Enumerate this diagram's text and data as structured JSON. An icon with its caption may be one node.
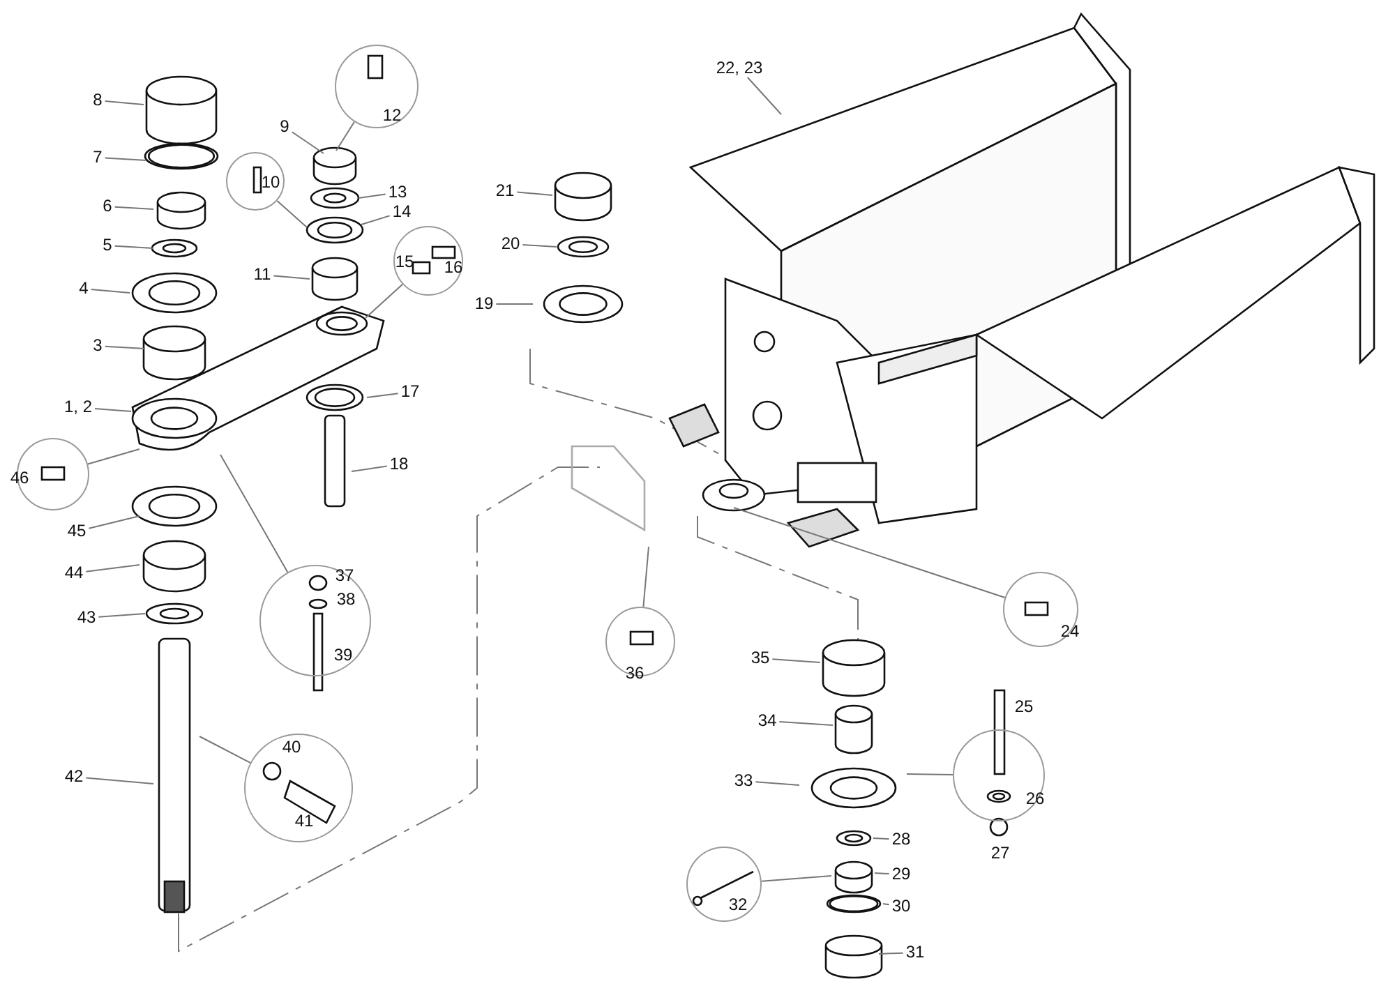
{
  "diagram": {
    "nodes": [
      {
        "text": [
          "8"
        ]
      },
      {
        "text": [
          "7"
        ]
      },
      {
        "text": [
          "6"
        ]
      },
      {
        "text": [
          "5"
        ]
      },
      {
        "text": [
          "4"
        ]
      },
      {
        "text": [
          "3"
        ]
      },
      {
        "text": [
          "12"
        ]
      },
      {
        "text": [
          "9"
        ]
      },
      {
        "text": [
          "10"
        ]
      },
      {
        "text": [
          "13"
        ]
      },
      {
        "text": [
          "14"
        ]
      },
      {
        "text": [
          "11"
        ]
      },
      {
        "text": [
          "15",
          "16"
        ]
      },
      {
        "text": [
          "1, 2"
        ]
      },
      {
        "text": [
          "17"
        ]
      },
      {
        "text": [
          "18"
        ]
      },
      {
        "text": [
          "46"
        ]
      },
      {
        "text": [
          "45"
        ]
      },
      {
        "text": [
          "44"
        ]
      },
      {
        "text": [
          "43"
        ]
      },
      {
        "text": [
          "37",
          "38",
          "39"
        ]
      },
      {
        "text": [
          "42"
        ]
      },
      {
        "text": [
          "40",
          "41"
        ]
      },
      {
        "text": [
          "21"
        ]
      },
      {
        "text": [
          "20"
        ]
      },
      {
        "text": [
          "19"
        ]
      },
      {
        "text": [
          "22, 23"
        ]
      },
      {
        "text": [
          "36"
        ]
      },
      {
        "text": [
          "24"
        ]
      },
      {
        "text": [
          "35"
        ]
      },
      {
        "text": [
          "34"
        ]
      },
      {
        "text": [
          "33"
        ]
      },
      {
        "text": [
          "26"
        ],
        "beside": [
          "25",
          "27"
        ]
      },
      {
        "text": [
          "28"
        ]
      },
      {
        "text": [
          "29"
        ]
      },
      {
        "text": [
          "30"
        ]
      },
      {
        "text": [
          "31"
        ]
      },
      {
        "text": [
          "32"
        ]
      }
    ],
    "edges": [
      {
        "from": 0,
        "to": null,
        "arrow": "none"
      },
      {
        "from": 1,
        "to": null,
        "arrow": "none"
      },
      {
        "from": 2,
        "to": null,
        "arrow": "none"
      },
      {
        "from": 3,
        "to": null,
        "arrow": "none"
      },
      {
        "from": 4,
        "to": null,
        "arrow": "none"
      },
      {
        "from": 5,
        "to": null,
        "arrow": "none"
      },
      {
        "from": 6,
        "to": null,
        "arrow": "none"
      },
      {
        "from": 7,
        "to": null,
        "arrow": "none"
      },
      {
        "from": 8,
        "to": null,
        "arrow": "none"
      },
      {
        "from": 9,
        "to": null,
        "arrow": "none"
      },
      {
        "from": 10,
        "to": null,
        "arrow": "none"
      },
      {
        "from": 11,
        "to": null,
        "arrow": "none"
      },
      {
        "from": 12,
        "to": null,
        "arrow": "none"
      },
      {
        "from": 13,
        "to": null,
        "arrow": "none"
      },
      {
        "from": 14,
        "to": null,
        "arrow": "none"
      },
      {
        "from": 15,
        "to": null,
        "arrow": "none"
      },
      {
        "from": 16,
        "to": null,
        "arrow": "none"
      },
      {
        "from": 17,
        "to": null,
        "arrow": "none"
      },
      {
        "from": 18,
        "to": null,
        "arrow": "none"
      },
      {
        "from": 19,
        "to": null,
        "arrow": "none"
      },
      {
        "from": 20,
        "to": null,
        "arrow": "none"
      },
      {
        "from": 21,
        "to": null,
        "arrow": "none"
      },
      {
        "from": 22,
        "to": null,
        "arrow": "none"
      },
      {
        "from": 23,
        "to": null,
        "arrow": "none"
      },
      {
        "from": 24,
        "to": null,
        "arrow": "none"
      },
      {
        "from": 25,
        "to": null,
        "arrow": "none"
      },
      {
        "from": 26,
        "to": null,
        "arrow": "none"
      },
      {
        "from": 27,
        "to": null,
        "arrow": "none"
      },
      {
        "from": 28,
        "to": null,
        "arrow": "none"
      },
      {
        "from": 29,
        "to": null,
        "arrow": "none"
      },
      {
        "from": 30,
        "to": null,
        "arrow": "none"
      },
      {
        "from": 31,
        "to": null,
        "arrow": "none"
      },
      {
        "from": 32,
        "to": null,
        "arrow": "none"
      },
      {
        "from": 33,
        "to": null,
        "arrow": "none"
      },
      {
        "from": 34,
        "to": null,
        "arrow": "none"
      },
      {
        "from": 35,
        "to": null,
        "arrow": "none"
      },
      {
        "from": 36,
        "to": null,
        "arrow": "none"
      },
      {
        "from": 37,
        "to": null,
        "arrow": "none"
      }
    ]
  }
}
